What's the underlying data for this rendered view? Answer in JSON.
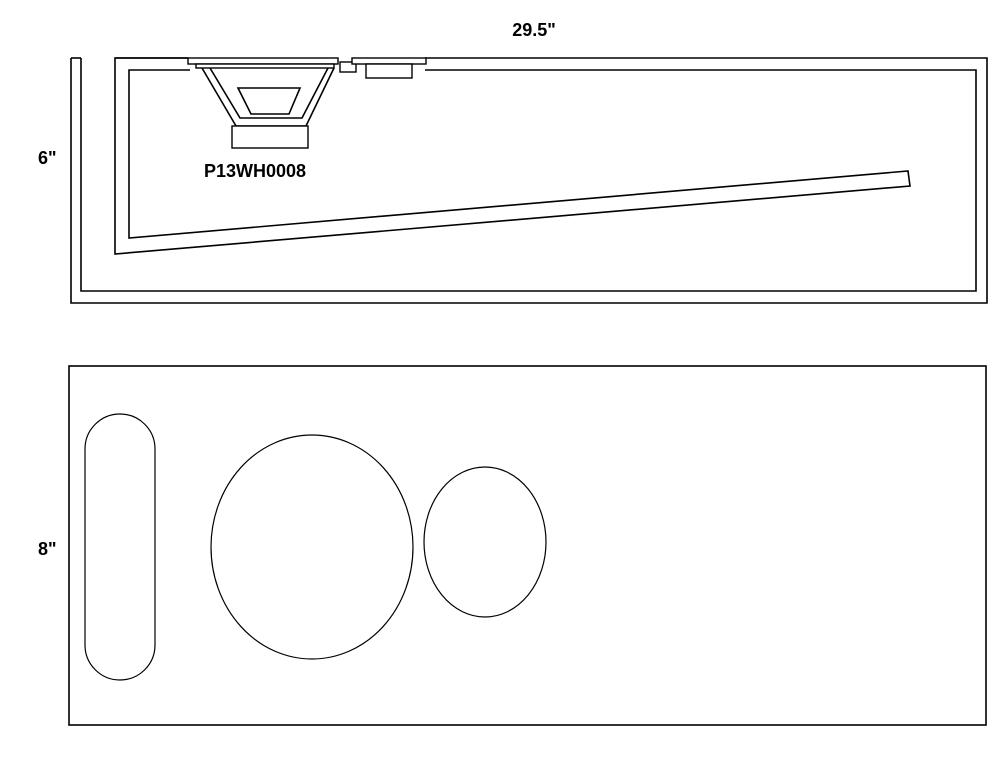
{
  "labels": {
    "length": "29.5\"",
    "height": "6\"",
    "width": "8\"",
    "driver_model": "P13WH0008"
  },
  "colors": {
    "line": "#000000",
    "background": "#ffffff"
  }
}
